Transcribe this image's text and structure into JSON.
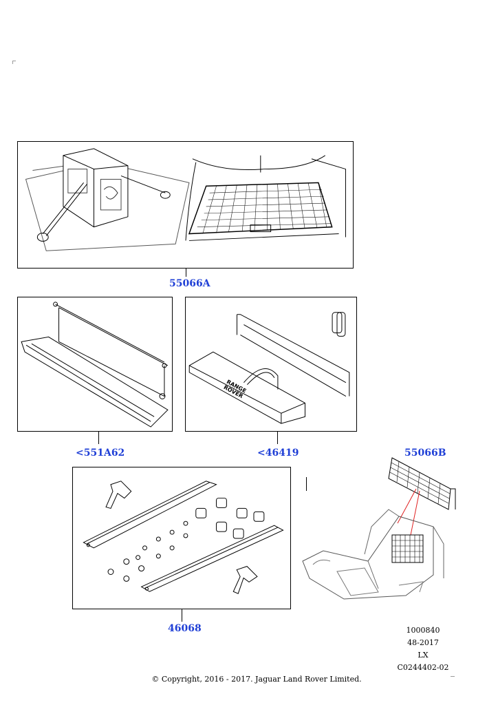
{
  "callouts": {
    "net_kit": "55066A",
    "roller_cover": "<551A62",
    "bag_kit": "<46419",
    "partition_net": "55066B",
    "rail_kit": "46068"
  },
  "meta": {
    "line1": "1000840",
    "line2": "48-2017",
    "line3": "LX",
    "line4": "C0244402-02"
  },
  "bag_print": "RANGE ROVER",
  "copyright": "© Copyright, 2016 - 2017. Jaguar Land Rover Limited."
}
